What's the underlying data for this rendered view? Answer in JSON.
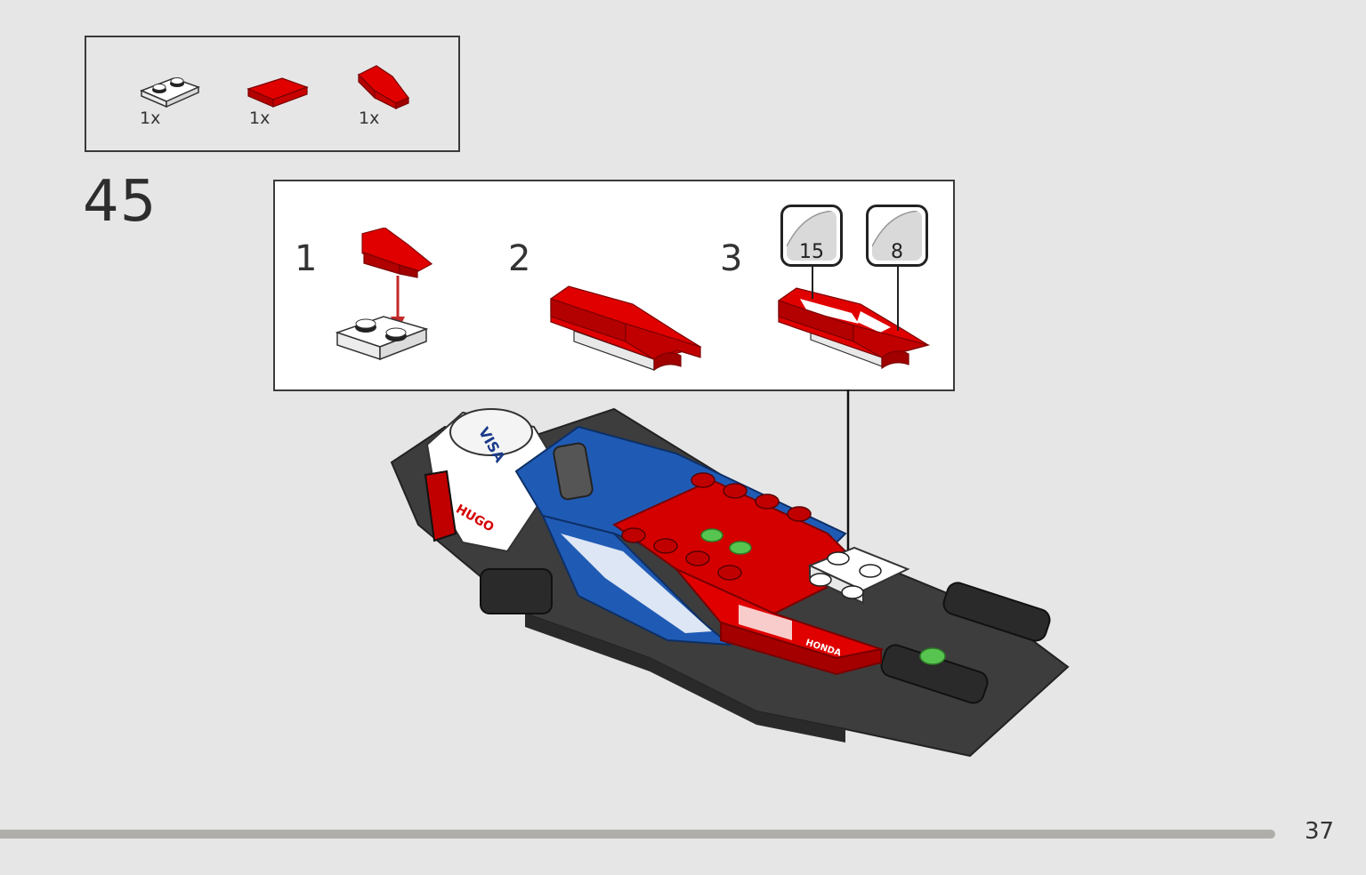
{
  "parts": [
    {
      "name": "white-plate-1x2",
      "quantity": "1x",
      "color": "#ffffff"
    },
    {
      "name": "red-tile-1x2",
      "quantity": "1x",
      "color": "#d40000"
    },
    {
      "name": "red-wedge-slope",
      "quantity": "1x",
      "color": "#d40000"
    }
  ],
  "step": {
    "number": "45"
  },
  "substeps": [
    {
      "number": "1"
    },
    {
      "number": "2"
    },
    {
      "number": "3"
    }
  ],
  "stickers": [
    {
      "number": "15"
    },
    {
      "number": "8"
    }
  ],
  "model_labels": {
    "sponsor_top": "VISA",
    "side_brand": "HUGO",
    "nose_brand": "HONDA"
  },
  "colors": {
    "red": "#d40000",
    "blue": "#1f5bb5",
    "dark_gray": "#3d3d3d",
    "green": "#58c450",
    "background": "#e6e6e6"
  },
  "progress": {
    "fraction": 0.935
  },
  "page": {
    "number": "37"
  }
}
